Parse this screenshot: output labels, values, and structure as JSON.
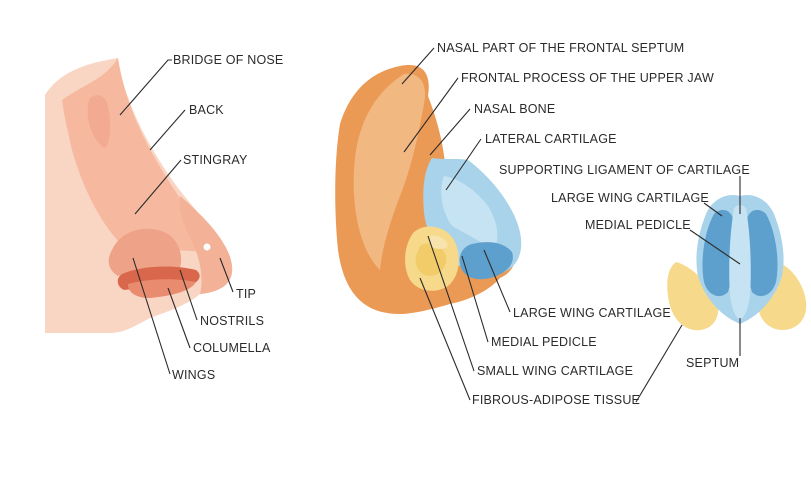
{
  "colors": {
    "skin_light": "#f9d6c4",
    "skin_mid": "#f6b9a0",
    "skin_dark": "#e98b6e",
    "muscle_orange": "#eb9a55",
    "muscle_light": "#f2b882",
    "cartilage_blue": "#a9d3ea",
    "cartilage_deep": "#5d9fcd",
    "adipose_yellow": "#f6d98a",
    "line": "#2b2b2b"
  },
  "external_view": {
    "labels": {
      "bridge": "BRIDGE OF NOSE",
      "back": "BACK",
      "stingray": "STINGRAY",
      "tip": "TIP",
      "nostrils": "NOSTRILS",
      "columella": "COLUMELLA",
      "wings": "WINGS"
    }
  },
  "side_anatomy": {
    "labels": {
      "frontal_septum": "NASAL PART OF THE FRONTAL SEPTUM",
      "frontal_process": "FRONTAL PROCESS OF THE UPPER JAW",
      "nasal_bone": "NASAL BONE",
      "lateral_cartilage": "LATERAL CARTILAGE",
      "large_wing": "LARGE WING CARTILAGE",
      "medial_pedicle": "MEDIAL PEDICLE",
      "small_wing": "SMALL WING CARTILAGE",
      "fibrous": "FIBROUS-ADIPOSE TISSUE"
    }
  },
  "bottom_view": {
    "labels": {
      "supporting_ligament": "SUPPORTING LIGAMENT OF CARTILAGE",
      "large_wing": "LARGE WING CARTILAGE",
      "medial_pedicle": "MEDIAL PEDICLE",
      "septum": "SEPTUM"
    }
  }
}
